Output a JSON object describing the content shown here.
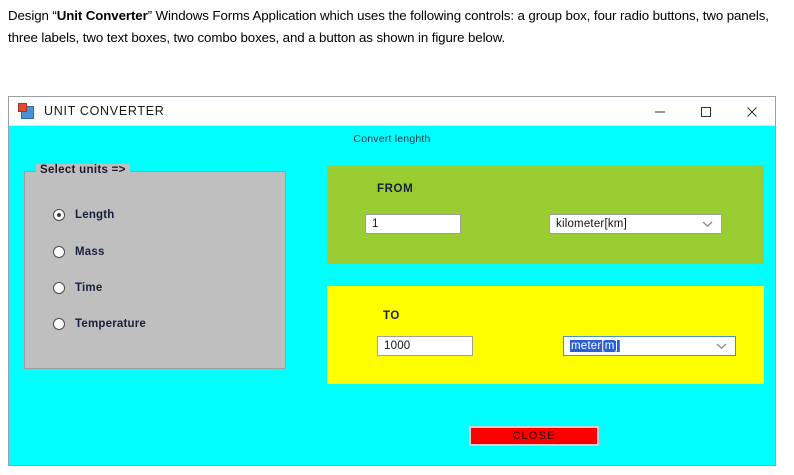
{
  "prompt": {
    "part1": "Design “",
    "bold": "Unit Converter",
    "part2": "” Windows Forms Application which uses the following controls: a group box, four radio buttons, two panels, three labels, two text boxes, two combo boxes, and a button as shown in figure below."
  },
  "window": {
    "title": "UNIT CONVERTER",
    "icon": "windows-forms-app-icon",
    "background_color": "#00ffff",
    "controls": {
      "minimize": "minimize-icon",
      "maximize": "maximize-icon",
      "close": "close-icon"
    }
  },
  "form": {
    "header_label": "Convert lenghth",
    "group_box": {
      "title": "Select units =>",
      "background_color": "#bfbfbf",
      "radios": [
        {
          "label": "Length",
          "checked": true
        },
        {
          "label": "Mass",
          "checked": false
        },
        {
          "label": "Time",
          "checked": false
        },
        {
          "label": "Temperature",
          "checked": false
        }
      ]
    },
    "panel_from": {
      "label": "FROM",
      "background_color": "#9acd32",
      "textbox_value": "1",
      "combo_value": "kilometer[km]",
      "combo_focused": false
    },
    "panel_to": {
      "label": "TO",
      "background_color": "#ffff00",
      "textbox_value": "1000",
      "combo_value": "meter[m]",
      "combo_focused": true
    },
    "close_button": {
      "label": "CLOSE",
      "background_color": "#ff0000"
    }
  }
}
